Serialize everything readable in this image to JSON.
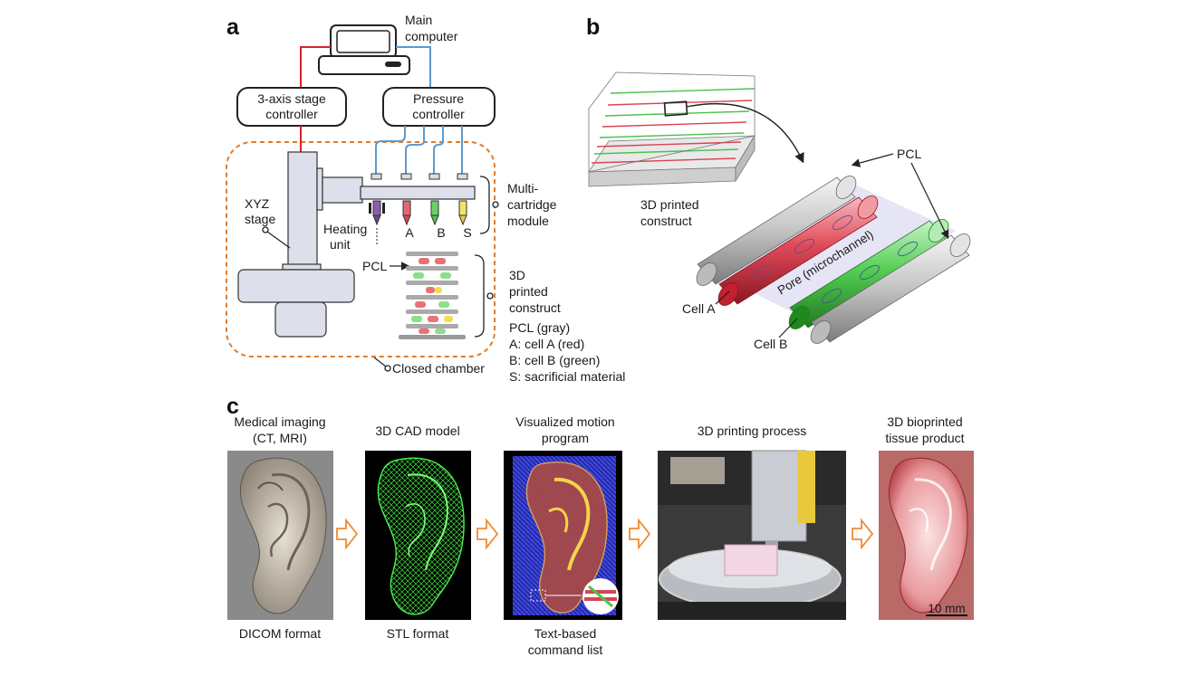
{
  "panels": {
    "a": "a",
    "b": "b",
    "c": "c"
  },
  "panel_a": {
    "main_computer": [
      "Main",
      "computer"
    ],
    "stage_controller": [
      "3-axis stage",
      "controller"
    ],
    "pressure_controller": [
      "Pressure",
      "controller"
    ],
    "xyz_stage": [
      "XYZ",
      "stage"
    ],
    "multi_cartridge": [
      "Multi-",
      "cartridge",
      "module"
    ],
    "heating_unit": [
      "Heating",
      "unit"
    ],
    "cartridge_labels": [
      "A",
      "B",
      "S"
    ],
    "pcl": "PCL",
    "printed_construct": [
      "3D",
      "printed",
      "construct"
    ],
    "legend": [
      "PCL (gray)",
      "A: cell A (red)",
      "B: cell B (green)",
      "S: sacrificial material"
    ],
    "closed_chamber": "Closed chamber"
  },
  "panel_b": {
    "printed_construct": [
      "3D printed",
      "construct"
    ],
    "pcl": "PCL",
    "pore": "Pore (microchannel)",
    "cell_a": "Cell A",
    "cell_b": "Cell B"
  },
  "panel_c": {
    "steps": [
      {
        "title": [
          "Medical imaging",
          "(CT, MRI)"
        ],
        "caption": [
          "DICOM format"
        ]
      },
      {
        "title": [
          "3D CAD model"
        ],
        "caption": [
          "STL format"
        ]
      },
      {
        "title": [
          "Visualized motion",
          "program"
        ],
        "caption": [
          "Text-based",
          "command list"
        ]
      },
      {
        "title": [
          "3D printing process"
        ],
        "caption": []
      },
      {
        "title": [
          "3D bioprinted",
          "tissue product"
        ],
        "caption": []
      }
    ],
    "scale_bar": "10 mm"
  },
  "colors": {
    "cable_red": "#d8242c",
    "cable_blue": "#5b9ad0",
    "chamber_dash": "#e07b2a",
    "cell_red": "#d94452",
    "cell_green": "#4cc24c",
    "pcl_gray": "#a9a9a9",
    "flow_arrow": "#f08a33"
  }
}
